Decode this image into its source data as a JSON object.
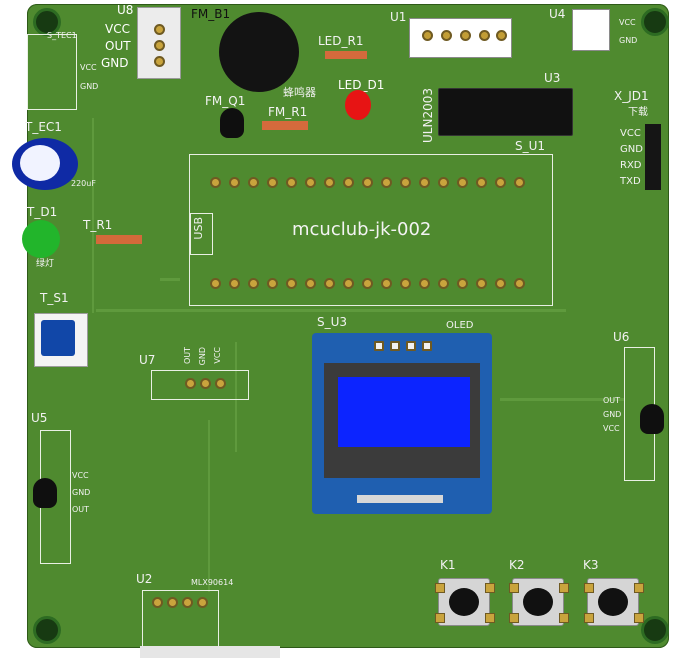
{
  "board": {
    "title_label": "mcuclub-jk-002",
    "usb_label": "USB",
    "colors": {
      "pcb": "#4f8a2f",
      "silk": "#f2f2f2",
      "oled_blue": "#1f5fb0",
      "oled_screen": "#0c24ff",
      "led_red": "#e71414",
      "led_green": "#22b52b"
    }
  },
  "labels": {
    "u8": "U8",
    "u8_vcc": "VCC",
    "u8_out": "OUT",
    "u8_gnd": "GND",
    "fm_b1": "FM_B1",
    "u1": "U1",
    "u4": "U4",
    "u4_vcc": "VCC",
    "u4_gnd": "GND",
    "led_r1": "LED_R1",
    "led_d1": "LED_D1",
    "u3": "U3",
    "uln2003": "ULN2003",
    "s_u1": "S_U1",
    "x_jd1": "X_JD1",
    "xjd1_download": "下载",
    "xjd1_vcc": "VCC",
    "xjd1_gnd": "GND",
    "xjd1_rxd": "RXD",
    "xjd1_txd": "TXD",
    "t_ec1": "T_EC1",
    "cap_value": "220uF",
    "t_d1": "T_D1",
    "t_d1_sub": "绿灯",
    "t_r1": "T_R1",
    "fm_q1": "FM_Q1",
    "fm_r1": "FM_R1",
    "buzzer_cn": "蜂鸣器",
    "s_tec1": "S_TEC1",
    "s_tec1_vcc": "VCC",
    "s_tec1_gnd": "GND",
    "t_s1": "T_S1",
    "s_u3": "S_U3",
    "oled": "OLED",
    "u7": "U7",
    "u7_out": "OUT",
    "u7_gnd": "GND",
    "u7_vcc": "VCC",
    "u6": "U6",
    "u6_out": "OUT",
    "u6_gnd": "GND",
    "u6_vcc": "VCC",
    "u5": "U5",
    "u5_vcc": "VCC",
    "u5_gnd": "GND",
    "u5_out": "OUT",
    "u2": "U2",
    "u2_part": "MLX90614",
    "k1": "K1",
    "k2": "K2",
    "k3": "K3"
  }
}
